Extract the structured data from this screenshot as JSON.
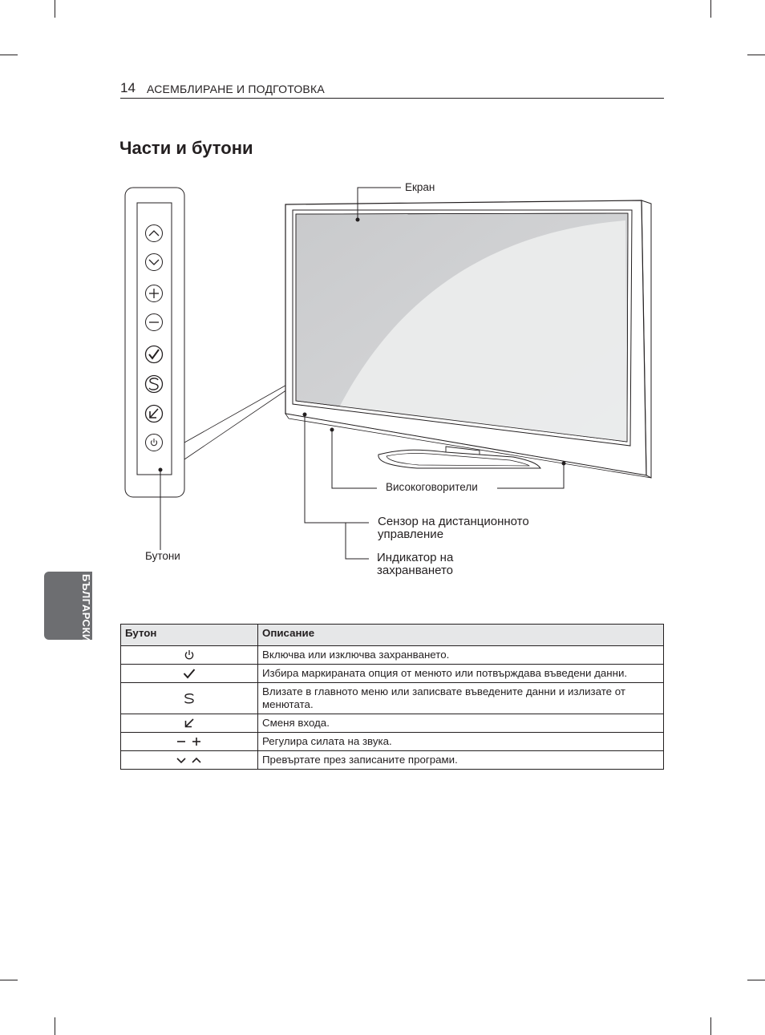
{
  "header": {
    "page_number": "14",
    "section": "АСЕМБЛИРАНЕ И ПОДГОТОВКА"
  },
  "title": "Части и бутони",
  "side_tab": "БЪЛГАРСКИ",
  "diagram": {
    "labels": {
      "screen": "Екран",
      "speakers": "Високоговорители",
      "remote_sensor_line1": "Сензор на дистанционното",
      "remote_sensor_line2": "управление",
      "power_indicator_line1": "Индикатор на",
      "power_indicator_line2": "захранването",
      "buttons": "Бутони"
    },
    "panel_icons": [
      "chevron-up-icon",
      "chevron-down-icon",
      "plus-icon",
      "minus-icon",
      "check-icon",
      "settings-s-icon",
      "input-arrow-icon",
      "power-icon"
    ]
  },
  "table": {
    "headers": [
      "Бутон",
      "Описание"
    ],
    "rows": [
      {
        "icon": "power-icon",
        "description": "Включва или изключва захранването."
      },
      {
        "icon": "check-icon",
        "description": "Избира маркираната опция от менюто или потвърждава въведени данни."
      },
      {
        "icon": "settings-s-icon",
        "description": "Влизате в главното меню или записвате въведените данни и излизате от менютата."
      },
      {
        "icon": "input-arrow-icon",
        "description": "Сменя входа."
      },
      {
        "icon": "minus-plus-icon",
        "description": "Регулира силата на звука."
      },
      {
        "icon": "chevron-down-up-icon",
        "description": "Превъртате през записаните програми."
      }
    ]
  }
}
